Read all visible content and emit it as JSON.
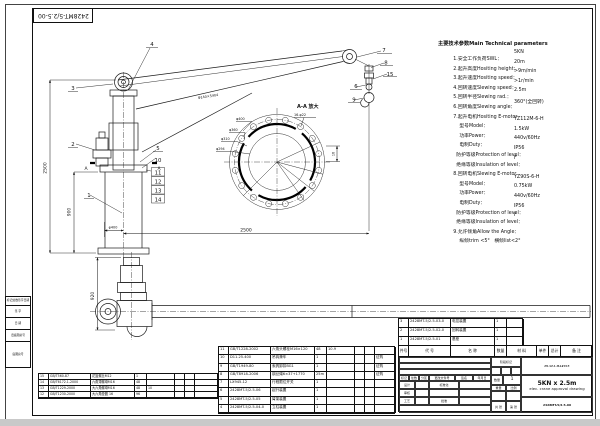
{
  "page": {
    "corner_code": "2428MT-5/2.5-00"
  },
  "params": {
    "title": "主要技术参数Main Technical parameters",
    "lines": [
      {
        "t": "1.安全工作负荷SWL：",
        "v": "5KN"
      },
      {
        "t": "2.起升高度Hositing height：",
        "v": "20m"
      },
      {
        "t": "3.起升速度Hositing speed：",
        "v": ">9m/min"
      },
      {
        "t": "4.回转速度Slewing speed：",
        "v": ">1r/min"
      },
      {
        "t": "5.回转半径Slewing rad.：",
        "v": "2.5m"
      },
      {
        "t": "6.回转角度Slewing angle：",
        "v": "360°(全回转)"
      },
      {
        "t": "7.起升电机Hositing E-motor",
        "v": ""
      },
      {
        "t": "    型号Model：",
        "v": "YZ112M-6-H"
      },
      {
        "t": "    功率Power：",
        "v": "1.5kW"
      },
      {
        "t": "    电制Duty：",
        "v": "440v/60Hz"
      },
      {
        "t": "  防护等级Protection of level：",
        "v": "IP56"
      },
      {
        "t": "  绝缘等级Insulation of level：",
        "v": "F"
      },
      {
        "t": "8.回转电机Slewing E-motor",
        "v": ""
      },
      {
        "t": "    型号Model：",
        "v": "YZ90S-6-H"
      },
      {
        "t": "    功率Power：",
        "v": "0.75kW"
      },
      {
        "t": "    电制Duty：",
        "v": "440v/60Hz"
      },
      {
        "t": "  防护等级Protection of level：",
        "v": "IP56"
      },
      {
        "t": "  绝缘等级Insulation of level：",
        "v": "F"
      },
      {
        "t": "9.允许倾角Allow the Angle：",
        "v": ""
      },
      {
        "t": "    纵倾trim <5°   横倾list<2°",
        "v": ""
      }
    ]
  },
  "drawing": {
    "callouts": [
      "1",
      "2",
      "3",
      "4",
      "5",
      "6",
      "7",
      "8",
      "9",
      "10",
      "11",
      "12",
      "13",
      "14",
      "15"
    ],
    "dims": {
      "height": "2500",
      "radius": "2500",
      "base_dia": "φ400",
      "pedestal": "900",
      "plan_width": "920",
      "flange_thk": "16",
      "boom_label": "Φ140×5404"
    },
    "flange": {
      "title": "A-A 放大",
      "holes": "16-φ22",
      "d1": "φ400",
      "d2": "φ360",
      "d3": "φ310",
      "d4": "φ294"
    },
    "section_mark": "A"
  },
  "tables": {
    "header": [
      "件号",
      "代  号",
      "名  称",
      "数量",
      "材  料",
      "单件",
      "总计",
      "备 注"
    ],
    "left_rows": [
      [
        "15",
        "GB/T560-87",
        "花篮螺丝M12",
        "1",
        "",
        "",
        "",
        ""
      ],
      [
        "14",
        "GB/T6172.1-2000",
        "六角薄螺母M16",
        "48",
        "",
        "",
        "",
        ""
      ],
      [
        "13",
        "GB/T1229-2000",
        "大六角螺母M16",
        "48",
        "10",
        "",
        "",
        ""
      ],
      [
        "12",
        "GB/T1230-2000",
        "大六角垫圈 16",
        "96",
        "",
        "",
        "",
        ""
      ]
    ],
    "middle_rows": [
      [
        "11",
        "GB/T1228-2002",
        "六角头螺栓M16×120",
        "48",
        "10.9",
        "",
        "",
        ""
      ],
      [
        "10",
        "D11.25.400",
        "吊钩滑车",
        "1",
        "",
        "",
        "",
        "征购"
      ],
      [
        "9",
        "GB/T1949-80",
        "索具卸扣BG1",
        "1",
        "",
        "",
        "",
        "征购"
      ],
      [
        "8",
        "GB/T8918-2006",
        "钢丝绳6×37+1770",
        "25m",
        "",
        "",
        "",
        "征购"
      ],
      [
        "7",
        "LX945-12",
        "行程限位开关",
        "1",
        "",
        "",
        "",
        ""
      ],
      [
        "6",
        "2428MT-5/2.5-06",
        "起升装置",
        "1",
        "",
        "",
        "",
        ""
      ],
      [
        "5",
        "2428MT-5/2.5-05",
        "臂架装置",
        "1",
        "",
        "",
        "",
        ""
      ],
      [
        "4",
        "2428MT-5/2.5-04-0",
        "立柱装置",
        "1",
        "",
        "",
        "",
        ""
      ]
    ],
    "right_rows": [
      [
        "3",
        "2428MT-5/2.5-03-0",
        "电控装置",
        "1",
        ""
      ],
      [
        "2",
        "2428MT-5/2.5-02-0",
        "回转装置",
        "1",
        ""
      ],
      [
        "1",
        "2428MT-5/2.5-01",
        "基座",
        "1",
        ""
      ]
    ]
  },
  "title_block": {
    "company": "HI-SEA MARINE",
    "product": "5KN x 2.5m",
    "subtitle": "elec. crane approval drawing",
    "drawing_no": "2428MT-5/2.5-00",
    "quantity": "1",
    "labels": {
      "mark": "标记",
      "count": "处数",
      "zone": "分区",
      "change_doc": "更改文件号",
      "sign": "签名",
      "date": "年月日",
      "design": "设计",
      "standard": "标准化",
      "check": "审核",
      "process": "工艺",
      "approve": "批准",
      "stage": "阶段标记",
      "weight": "重量",
      "scale": "比例",
      "qty_label": "数量",
      "sheets": "共 张",
      "sheet_no": "第 张"
    }
  },
  "margin_block": {
    "rows": [
      "标记处数签字日期",
      "签 字",
      "日 期",
      "旧底图总号",
      "底图总号"
    ]
  }
}
